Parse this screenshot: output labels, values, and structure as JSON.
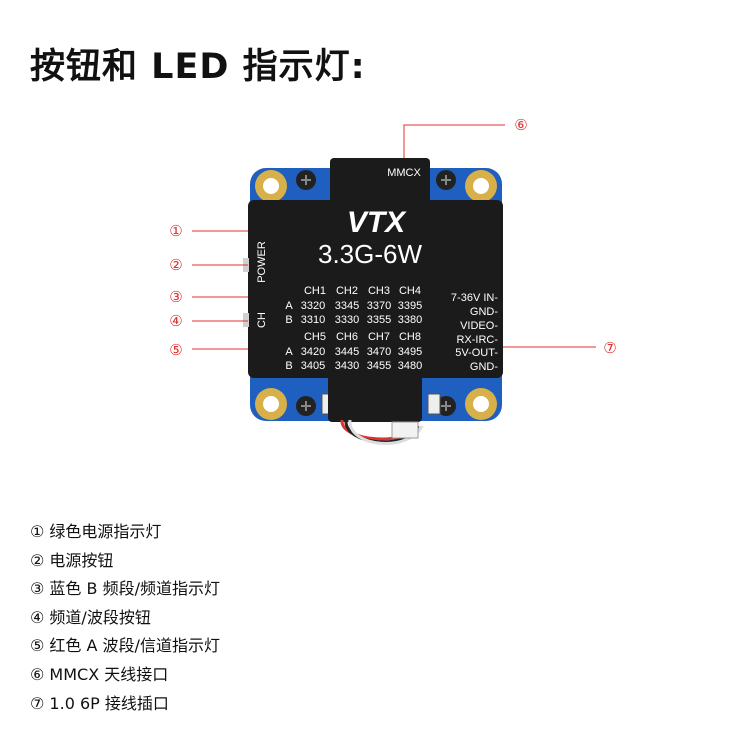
{
  "title": "按钮和 LED 指示灯:",
  "callout_markers": [
    "①",
    "②",
    "③",
    "④",
    "⑤",
    "⑥",
    "⑦"
  ],
  "board": {
    "brand": "VTX",
    "model": "3.3G-6W",
    "connector_label": "MMCX",
    "side_labels": {
      "power": "POWER",
      "ch": "CH"
    },
    "channel_groups": [
      {
        "headers": [
          "CH1",
          "CH2",
          "CH3",
          "CH4"
        ],
        "rows": [
          {
            "band": "A",
            "values": [
              "3320",
              "3345",
              "3370",
              "3395"
            ]
          },
          {
            "band": "B",
            "values": [
              "3310",
              "3330",
              "3355",
              "3380"
            ]
          }
        ]
      },
      {
        "headers": [
          "CH5",
          "CH6",
          "CH7",
          "CH8"
        ],
        "rows": [
          {
            "band": "A",
            "values": [
              "3420",
              "3445",
              "3470",
              "3495"
            ]
          },
          {
            "band": "B",
            "values": [
              "3405",
              "3430",
              "3455",
              "3480"
            ]
          }
        ]
      }
    ],
    "pins": [
      "7-36V IN-",
      "GND-",
      "VIDEO-",
      "RX-IRC-",
      "5V-OUT-",
      "GND-"
    ]
  },
  "legend": [
    "① 绿色电源指示灯",
    "② 电源按钮",
    "③ 蓝色 B 频段/频道指示灯",
    "④ 频道/波段按钮",
    "⑤ 红色 A 波段/信道指示灯",
    "⑥ MMCX 天线接口",
    "⑦ 1.0 6P 接线插口"
  ],
  "colors": {
    "callout_line": "#e03030",
    "shrink_wrap": "#1b1b1b",
    "pcb": "#1f5fbf",
    "gold_pad": "#d8b04a"
  }
}
